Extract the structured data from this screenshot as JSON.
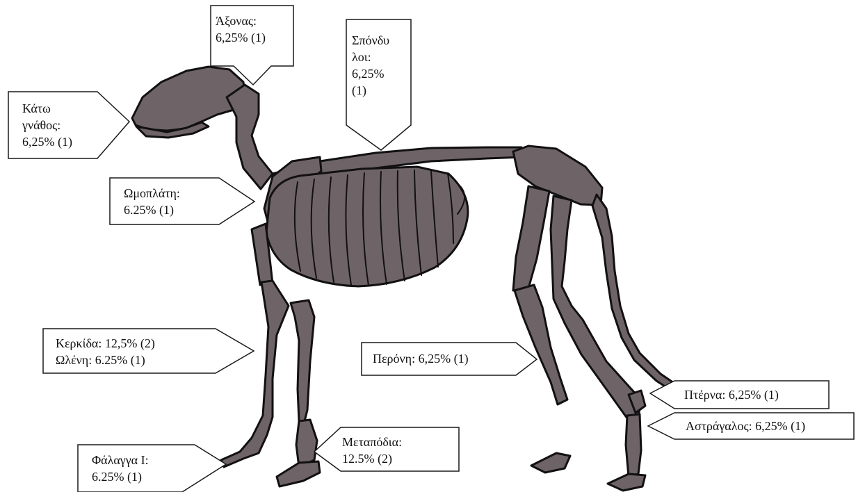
{
  "callouts": {
    "axis": {
      "lines": [
        "Άξονας:",
        "6,25% (1)"
      ]
    },
    "vertebrae": {
      "lines": [
        "Σπόνδυ",
        "λοι:",
        "6,25%",
        "(1)"
      ]
    },
    "mandible": {
      "lines": [
        "Κάτω",
        "γνάθος:",
        "6,25% (1)"
      ]
    },
    "scapula": {
      "lines": [
        "Ωμοπλάτη:",
        "6.25% (1)"
      ]
    },
    "radius_ulna": {
      "lines": [
        "Κερκίδα: 12,5% (2)",
        "Ωλένη: 6.25% (1)"
      ]
    },
    "fibula": {
      "lines": [
        "Περόνη: 6,25% (1)"
      ]
    },
    "calcaneus": {
      "lines": [
        "Πτέρνα: 6,25% (1)"
      ]
    },
    "astragalus": {
      "lines": [
        "Αστράγαλος: 6,25% (1)"
      ]
    },
    "metapodials": {
      "lines": [
        "Μεταπόδια:",
        "12.5% (2)"
      ]
    },
    "phalanx": {
      "lines": [
        "Φάλαγγα Ι:",
        "6.25% (1)"
      ]
    }
  },
  "colors": {
    "bone": "#6e6468",
    "outline": "#121012",
    "box_border": "#1a1a1a",
    "background": "#ffffff"
  }
}
